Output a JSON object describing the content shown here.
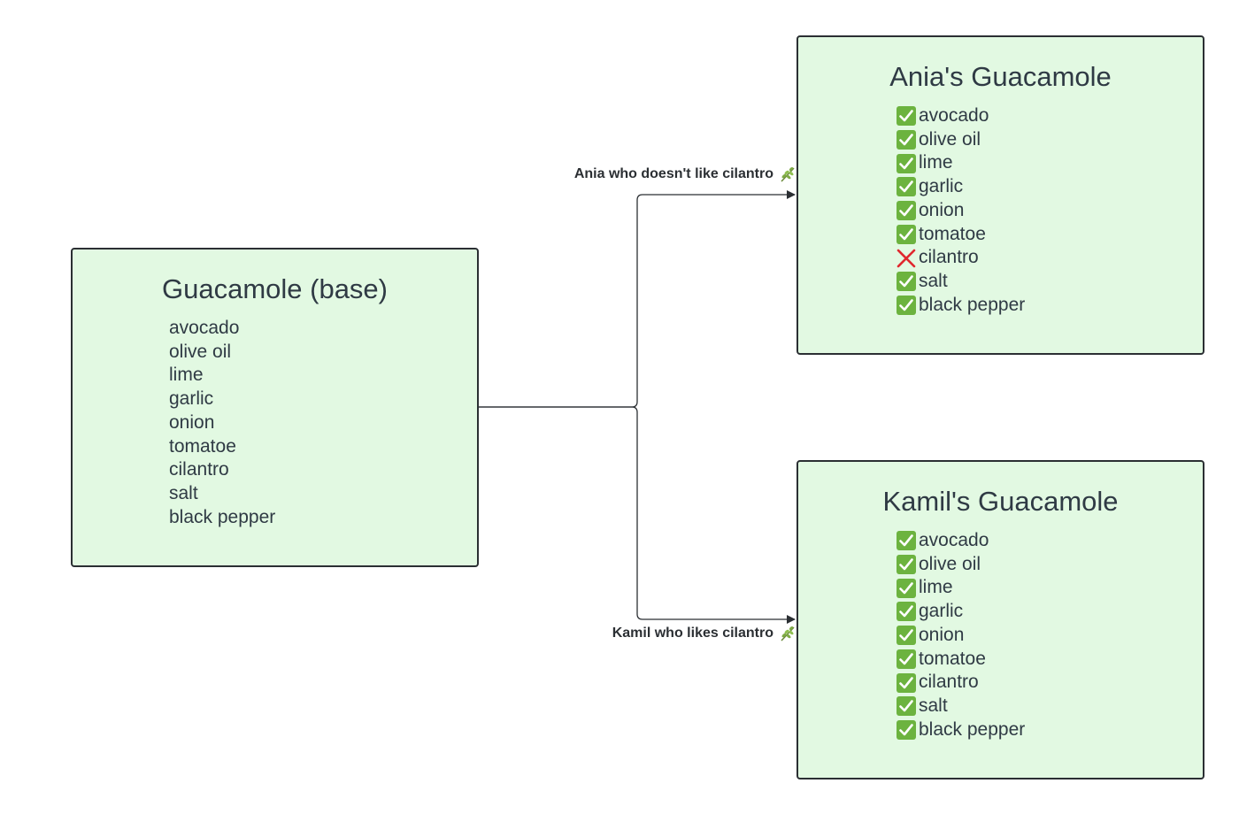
{
  "base": {
    "title": "Guacamole (base)",
    "items": [
      "avocado",
      "olive oil",
      "lime",
      "garlic",
      "onion",
      "tomatoe",
      "cilantro",
      "salt",
      "black pepper"
    ]
  },
  "ania": {
    "title": "Ania's Guacamole",
    "items": [
      {
        "label": "avocado",
        "status": "included"
      },
      {
        "label": "olive oil",
        "status": "included"
      },
      {
        "label": "lime",
        "status": "included"
      },
      {
        "label": "garlic",
        "status": "included"
      },
      {
        "label": "onion",
        "status": "included"
      },
      {
        "label": "tomatoe",
        "status": "included"
      },
      {
        "label": "cilantro",
        "status": "excluded"
      },
      {
        "label": "salt",
        "status": "included"
      },
      {
        "label": "black pepper",
        "status": "included"
      }
    ]
  },
  "kamil": {
    "title": "Kamil's Guacamole",
    "items": [
      {
        "label": "avocado",
        "status": "included"
      },
      {
        "label": "olive oil",
        "status": "included"
      },
      {
        "label": "lime",
        "status": "included"
      },
      {
        "label": "garlic",
        "status": "included"
      },
      {
        "label": "onion",
        "status": "included"
      },
      {
        "label": "tomatoe",
        "status": "included"
      },
      {
        "label": "cilantro",
        "status": "included"
      },
      {
        "label": "salt",
        "status": "included"
      },
      {
        "label": "black pepper",
        "status": "included"
      }
    ]
  },
  "edges": {
    "ania_label": "Ania who doesn't like cilantro",
    "kamil_label": "Kamil who likes cilantro",
    "label_icon": "herb-icon"
  },
  "colors": {
    "box_fill": "#e2f9e2",
    "box_border": "#2b2f33",
    "check_green": "#6cb33f",
    "cross_red": "#e0282e",
    "connector": "#2b2f33"
  }
}
